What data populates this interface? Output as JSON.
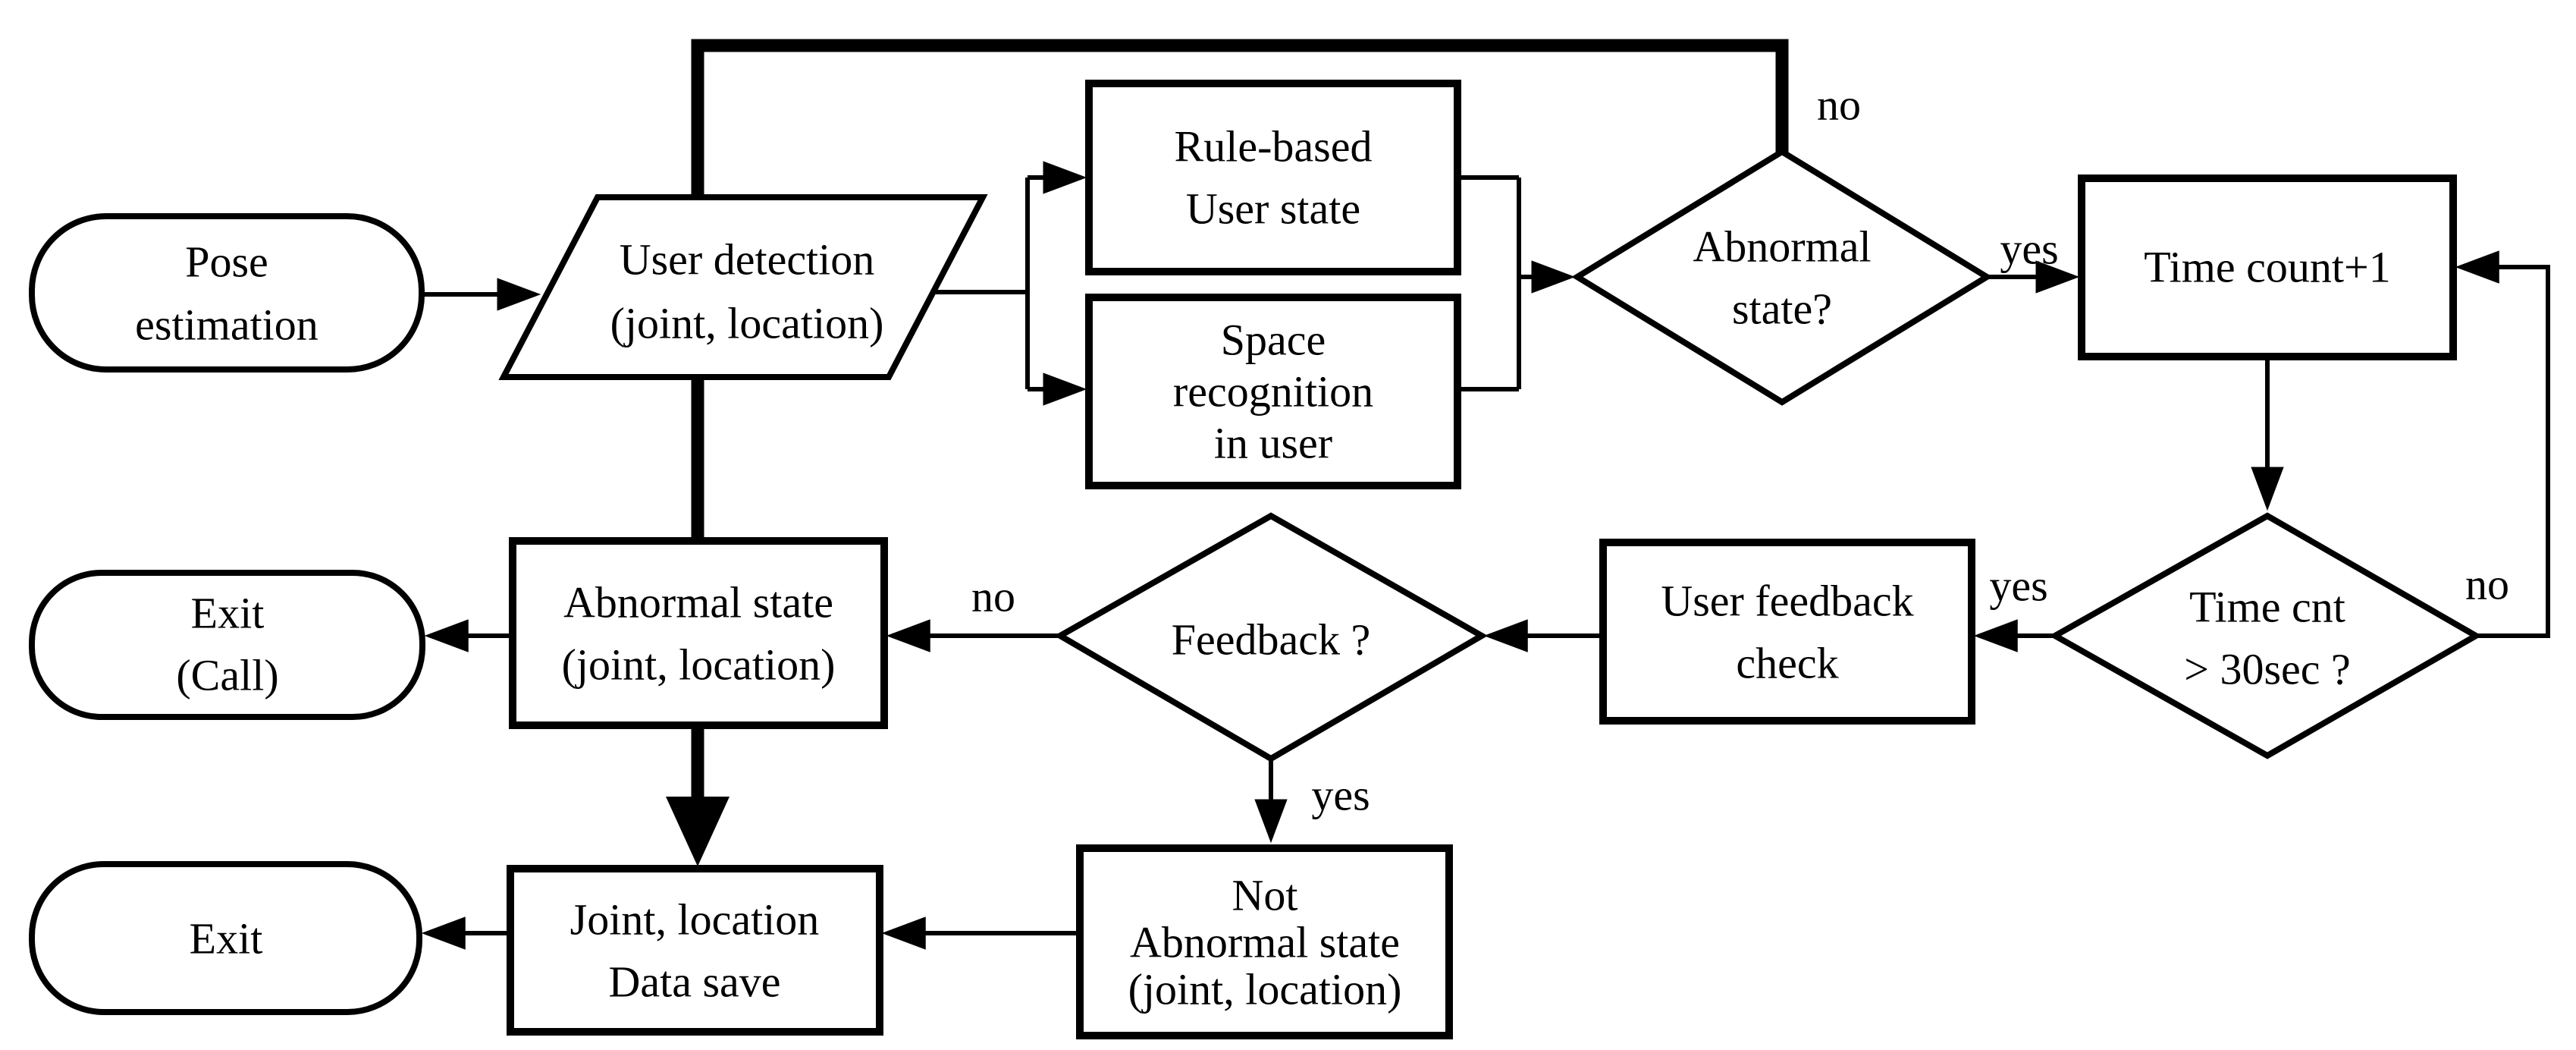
{
  "diagram": {
    "type": "flowchart",
    "background_color": "#ffffff",
    "stroke_color": "#000000",
    "nodes": {
      "pose_estimation": {
        "shape": "stadium",
        "lines": [
          "Pose",
          "estimation"
        ]
      },
      "user_detection": {
        "shape": "parallelogram",
        "lines": [
          "User detection",
          "(joint, location)"
        ]
      },
      "rule_based": {
        "shape": "rectangle",
        "lines": [
          "Rule-based",
          "User state"
        ]
      },
      "space_recognition": {
        "shape": "rectangle",
        "lines": [
          "Space",
          "recognition",
          "in user"
        ]
      },
      "abnormal_state_q": {
        "shape": "diamond",
        "lines": [
          "Abnormal",
          "state?"
        ]
      },
      "time_count": {
        "shape": "rectangle",
        "lines": [
          "Time count+1"
        ]
      },
      "time_cnt_q": {
        "shape": "diamond",
        "lines": [
          "Time cnt",
          "> 30sec ?"
        ]
      },
      "user_feedback_check": {
        "shape": "rectangle",
        "lines": [
          "User feedback",
          "check"
        ]
      },
      "feedback_q": {
        "shape": "diamond",
        "lines": [
          "Feedback ?"
        ]
      },
      "abnormal_state_rec": {
        "shape": "rectangle",
        "lines": [
          "Abnormal state",
          "(joint, location)"
        ]
      },
      "exit_call": {
        "shape": "stadium",
        "lines": [
          "Exit",
          "(Call)"
        ]
      },
      "not_abnormal_state": {
        "shape": "rectangle",
        "lines": [
          "Not",
          "Abnormal state",
          "(joint, location)"
        ]
      },
      "data_save": {
        "shape": "rectangle",
        "lines": [
          "Joint, location",
          "Data save"
        ]
      },
      "exit": {
        "shape": "stadium",
        "lines": [
          "Exit"
        ]
      }
    },
    "edge_labels": {
      "abnormal_no": "no",
      "abnormal_yes": "yes",
      "time_cnt_no": "no",
      "time_cnt_yes": "yes",
      "feedback_no": "no",
      "feedback_yes": "yes"
    }
  }
}
